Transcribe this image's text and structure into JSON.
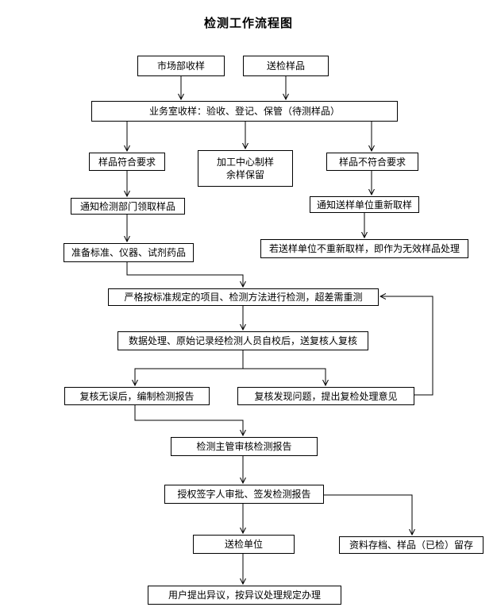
{
  "title": "检测工作流程图",
  "nodes": {
    "market": "市场部收样",
    "deliver": "送检样品",
    "office": "业务室收样：验收、登记、保管（待测样品）",
    "meets": "样品符合要求",
    "processing_line1": "加工中心制样",
    "processing_line2": "余样保留",
    "not_meets": "样品不符合要求",
    "notify_dept": "通知检测部门领取样品",
    "notify_unit": "通知送样单位重新取样",
    "prepare": "准备标准、仪器、试剂药品",
    "invalid": "若送样单位不重新取样，即作为无效样品处理",
    "test": "严格按标准规定的项目、检测方法进行检测，超差需重测",
    "data": "数据处理、原始记录经检测人员自校后，送复核人复核",
    "no_error": "复核无误后，编制检测报告",
    "issue": "复核发现问题，提出复检处理意见",
    "supervisor": "检测主管审核检测报告",
    "signer": "授权签字人审批、签发检测报告",
    "send_unit": "送检单位",
    "archive": "资料存档、样品（已检）留存",
    "objection": "用户提出异议，按异议处理规定办理"
  }
}
